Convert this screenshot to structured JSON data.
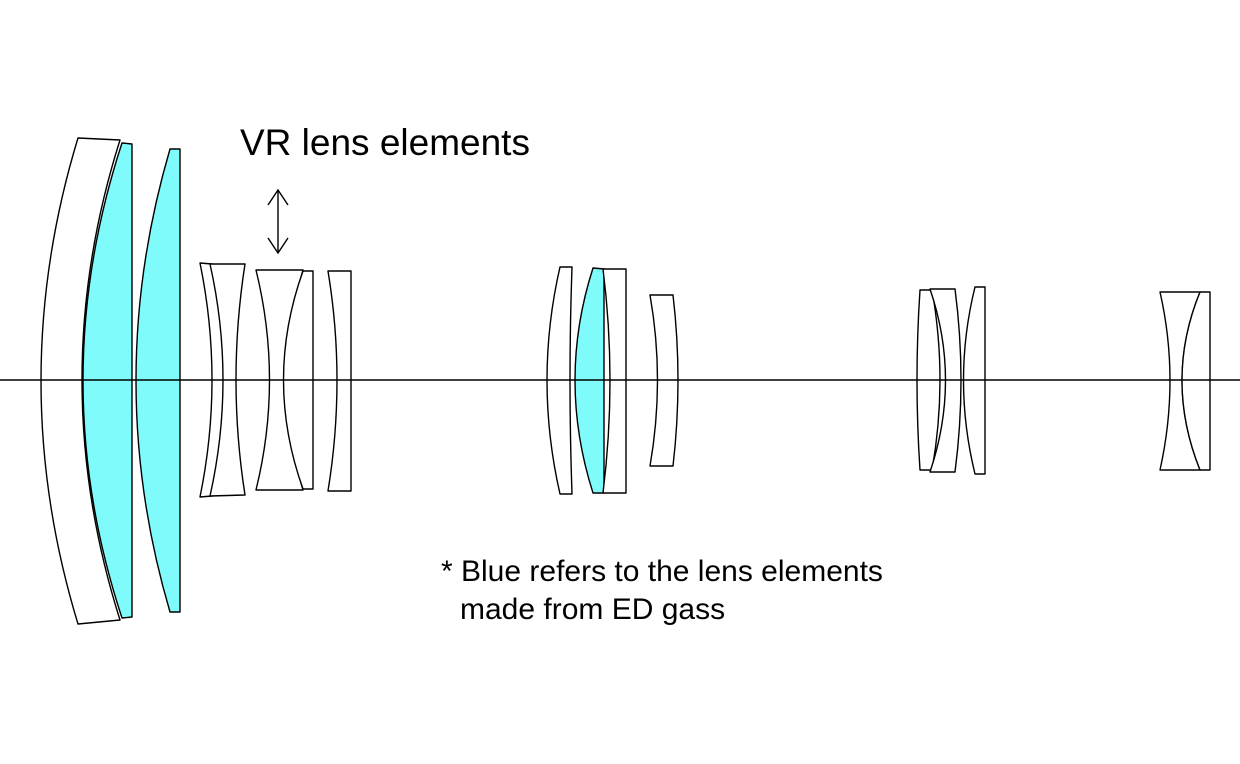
{
  "annotations": {
    "vr_label": "VR lens elements",
    "footnote_line1": "* Blue refers to the lens elements",
    "footnote_line2": "made from ED gass"
  },
  "colors": {
    "ed_glass_fill": "#7ffbfb",
    "standard_glass_fill": "#ffffff",
    "outline": "#000000"
  }
}
